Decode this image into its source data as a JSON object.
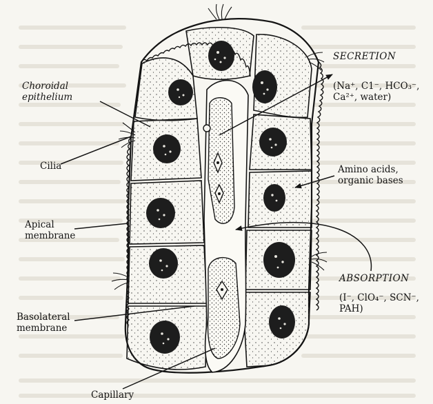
{
  "labels": {
    "choroidal_epithelium": [
      "Choroidal",
      "epithelium"
    ],
    "cilia": "Cilia",
    "apical_membrane": [
      "Apical",
      "membrane"
    ],
    "basolateral_membrane": [
      "Basolateral",
      "membrane"
    ],
    "capillary": "Capillary",
    "secretion_title": "SECRETION",
    "secretion_ions": [
      "(Na⁺, C1⁻, HCO₃⁻,",
      "Ca²⁺, water)"
    ],
    "amino_acids": [
      "Amino acids,",
      "organic bases"
    ],
    "absorption_title": "ABSORPTION",
    "absorption_ions": [
      "(I⁻, ClO₄⁻, SCN⁻,",
      "PAH)"
    ]
  },
  "colors": {
    "ink": "#141414",
    "paper": "#f7f6f1",
    "nucleus": "#1d1d1d"
  }
}
